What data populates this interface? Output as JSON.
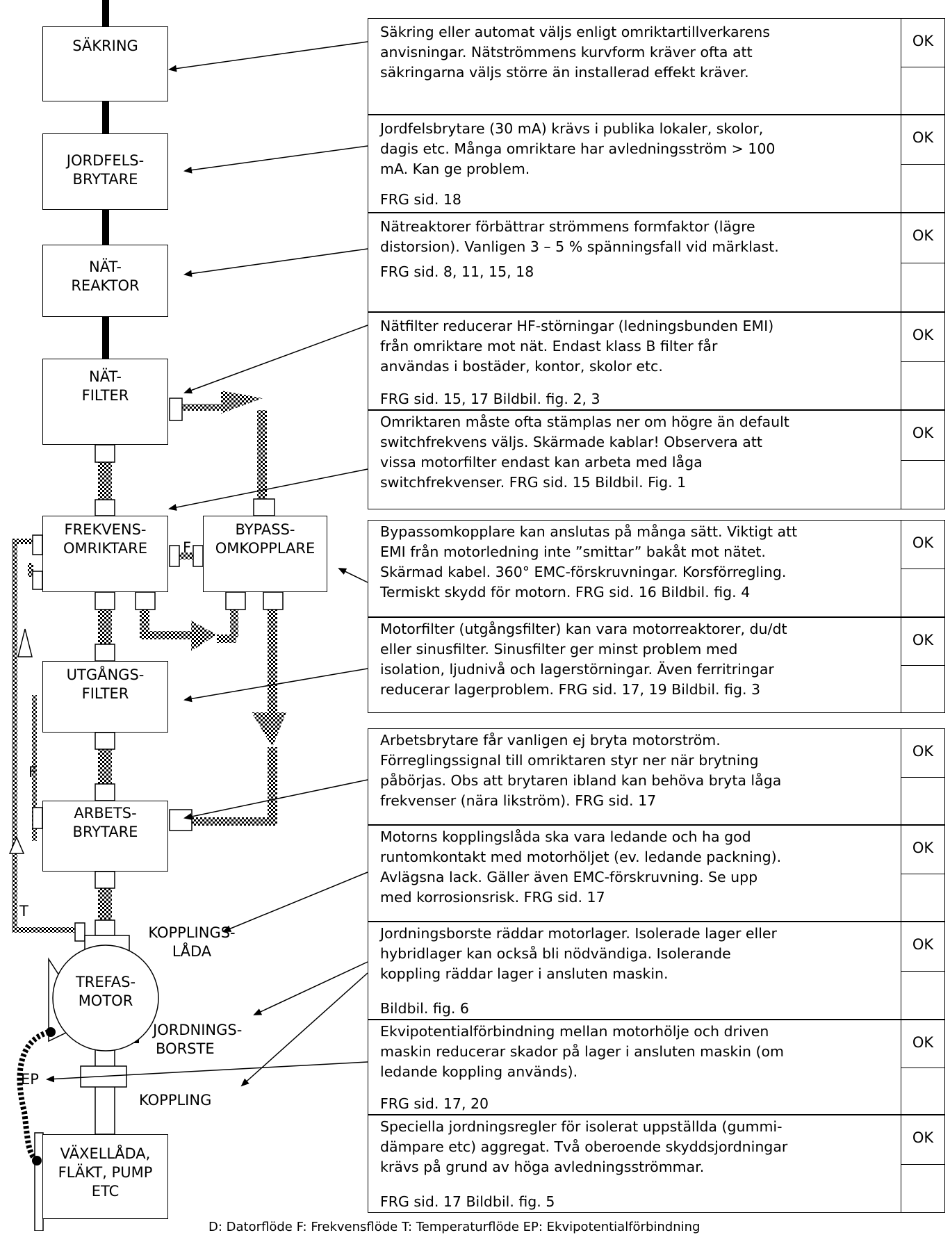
{
  "blocks": [
    {
      "id": "sakring",
      "lines": [
        "SÄKRING"
      ]
    },
    {
      "id": "jordfels",
      "lines": [
        "JORDFELS-",
        "BRYTARE"
      ]
    },
    {
      "id": "natreaktor",
      "lines": [
        "NÄT-",
        "REAKTOR"
      ]
    },
    {
      "id": "natfilter",
      "lines": [
        "NÄT-",
        "FILTER"
      ]
    },
    {
      "id": "frekvens",
      "lines": [
        "FREKVENS-",
        "OMRIKTARE"
      ]
    },
    {
      "id": "bypass",
      "lines": [
        "BYPASS-",
        "OMKOPPLARE"
      ]
    },
    {
      "id": "utgang",
      "lines": [
        "UTGÅNGS-",
        "FILTER"
      ]
    },
    {
      "id": "arbets",
      "lines": [
        "ARBETS-",
        "BRYTARE"
      ]
    },
    {
      "id": "vaxel",
      "lines": [
        "VÄXELLÅDA,",
        "FLÄKT, PUMP",
        "ETC"
      ]
    }
  ],
  "motor": {
    "lines": [
      "TREFAS-",
      "MOTOR"
    ]
  },
  "labels": {
    "kopplingslada": [
      "KOPPLINGS-",
      "LÅDA"
    ],
    "jordningsborste": [
      "JORDNINGS-",
      "BORSTE"
    ],
    "koppling": "KOPPLING",
    "f1": "F",
    "f2": "F",
    "t": "T",
    "ep": "EP"
  },
  "notes": [
    {
      "lines": [
        "Säkring eller automat väljs enligt omriktartillverkarens",
        "anvisningar. Nätströmmens kurvform kräver ofta att",
        "säkringarna väljs större än installerad effekt kräver."
      ],
      "ref": "",
      "ok": "OK"
    },
    {
      "lines": [
        "Jordfelsbrytare (30 mA) krävs i publika lokaler, skolor,",
        "dagis etc. Många omriktare har avledningsström > 100",
        "mA. Kan ge problem."
      ],
      "ref": "FRG sid.  18",
      "ok": "OK"
    },
    {
      "lines": [
        "Nätreaktorer förbättrar strömmens formfaktor (lägre",
        "distorsion).  Vanligen 3 – 5 % spänningsfall vid märklast."
      ],
      "ref": "FRG sid. 8, 11, 15, 18",
      "ok": "OK"
    },
    {
      "lines": [
        "Nätfilter reducerar HF-störningar (ledningsbunden EMI)",
        "från omriktare mot nät.  Endast klass B filter får",
        "användas i bostäder, kontor, skolor etc."
      ],
      "ref": "FRG sid.  15, 17    Bildbil. fig. 2, 3",
      "ok": "OK"
    },
    {
      "lines": [
        "Omriktaren måste ofta stämplas ner om högre än default",
        "switchfrekvens väljs. Skärmade kablar! Observera att",
        "vissa motorfilter endast kan arbeta med låga",
        "switchfrekvenser.  FRG sid. 15   Bildbil. Fig. 1"
      ],
      "ref": "",
      "ok": "OK"
    },
    {
      "lines": [
        "Bypassomkopplare kan anslutas på många sätt. Viktigt att",
        "EMI från motorledning inte ”smittar” bakåt mot nätet.",
        "Skärmad kabel. 360° EMC-förskruvningar. Korsförregling.",
        "Termiskt skydd för motorn.   FRG sid. 16    Bildbil. fig. 4"
      ],
      "ref": "",
      "ok": "OK"
    },
    {
      "lines": [
        "Motorfilter (utgångsfilter) kan vara motorreaktorer, du/dt",
        "eller sinusfilter. Sinusfilter ger minst problem med",
        "isolation, ljudnivå och lagerstörningar. Även ferritringar",
        "reducerar lagerproblem. FRG sid. 17, 19    Bildbil. fig. 3"
      ],
      "ref": "",
      "ok": "OK"
    },
    {
      "lines": [
        "Arbetsbrytare får vanligen ej bryta motorström.",
        "Förreglingssignal till omriktaren styr ner när brytning",
        "påbörjas. Obs att brytaren ibland kan behöva bryta låga",
        "frekvenser (nära likström).    FRG sid.  17"
      ],
      "ref": "",
      "ok": "OK"
    },
    {
      "lines": [
        "Motorns kopplingslåda ska vara ledande och ha god",
        "runtomkontakt med motorhöljet (ev. ledande packning).",
        "Avlägsna lack. Gäller även EMC-förskruvning. Se upp",
        "med korrosionsrisk.    FRG sid. 17"
      ],
      "ref": "",
      "ok": "OK"
    },
    {
      "lines": [
        "Jordningsborste räddar motorlager. Isolerade lager eller",
        "hybridlager kan också bli nödvändiga. Isolerande",
        "koppling räddar lager i ansluten maskin."
      ],
      "ref": "Bildbil. fig. 6",
      "ok": "OK"
    },
    {
      "lines": [
        "Ekvipotentialförbindning mellan motorhölje och driven",
        "maskin reducerar skador på lager i ansluten maskin (om",
        "ledande koppling används)."
      ],
      "ref": "FRG sid.  17, 20",
      "ok": "OK"
    },
    {
      "lines": [
        "Speciella jordningsregler för isolerat uppställda (gummi-",
        "dämpare etc) aggregat. Två oberoende skyddsjordningar",
        "krävs på grund av höga avledningsströmmar."
      ],
      "ref": "FRG sid. 17   Bildbil. fig. 5",
      "ok": "OK"
    }
  ],
  "footer": "D: Datorflöde          F: Frekvensflöde          T: Temperaturflöde          EP: Ekvipotentialförbindning"
}
